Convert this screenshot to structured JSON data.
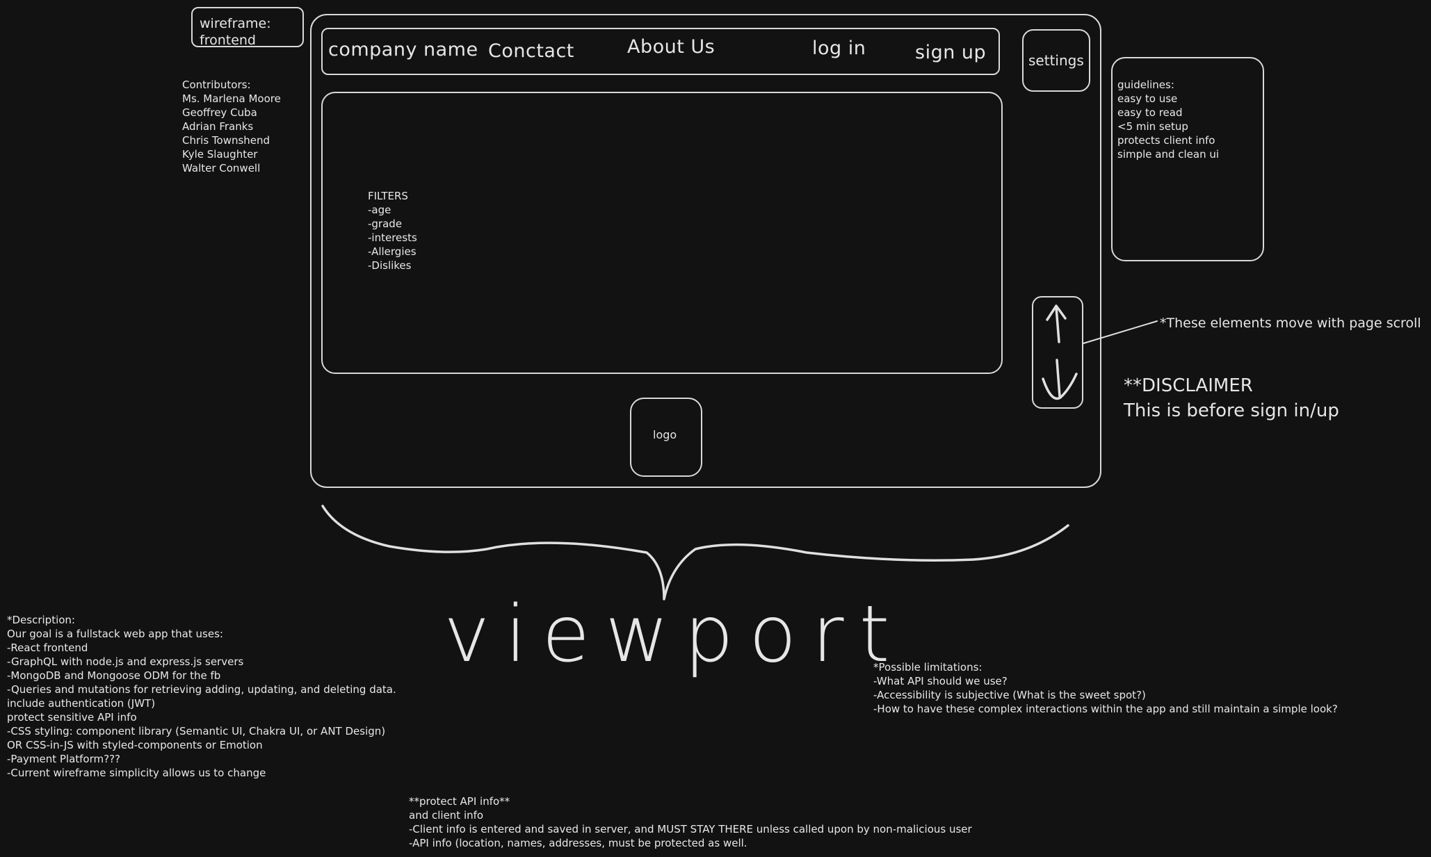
{
  "wireframe_label": "wireframe:\nfrontend",
  "contributors": {
    "heading": "Contributors:",
    "names": [
      "Ms. Marlena Moore",
      "Geoffrey Cuba",
      "Adrian Franks",
      "Chris Townshend",
      "Kyle Slaughter",
      "Walter Conwell"
    ]
  },
  "nav": {
    "company": "company name",
    "contact": "Conctact",
    "about": "About Us",
    "login": "log in",
    "signup": "sign up"
  },
  "settings_label": "settings",
  "filters": {
    "heading": "FILTERS",
    "items": [
      "-age",
      "-grade",
      "-interests",
      "-Allergies",
      "-Dislikes"
    ]
  },
  "logo_label": "logo",
  "guidelines": {
    "heading": "guidelines:",
    "items": [
      "easy to use",
      "easy to read",
      "<5 min setup",
      "protects client info",
      "simple and clean ui"
    ]
  },
  "scroll_note": "*These elements move with page scroll",
  "disclaimer": {
    "line1": "**DISCLAIMER",
    "line2": "This is before sign in/up"
  },
  "viewport_label": "viewport",
  "description": {
    "lines": [
      "*Description:",
      "Our goal is a fullstack web app that uses:",
      "-React frontend",
      "-GraphQL with node.js and express.js servers",
      "-MongoDB and Mongoose ODM for the fb",
      "-Queries and mutations for retrieving adding, updating, and deleting data.",
      "include authentication (JWT)",
      "protect sensitive API info",
      "-CSS styling: component library (Semantic UI, Chakra UI, or ANT Design)",
      "OR CSS-in-JS with styled-components or Emotion",
      "-Payment Platform???",
      "-Current wireframe simplicity allows us to change"
    ]
  },
  "limitations": {
    "lines": [
      "*Possible limitations:",
      "-What API should we use?",
      "-Accessibility is subjective (What is the sweet spot?)",
      "-How to have these complex interactions within the app and still maintain a simple look?"
    ]
  },
  "protect_note": {
    "lines": [
      "**protect API info**",
      "and client info",
      "-Client info is entered and saved in server, and MUST STAY THERE unless called upon by non-malicious user",
      "-API info (location, names, addresses, must be protected as well."
    ]
  }
}
